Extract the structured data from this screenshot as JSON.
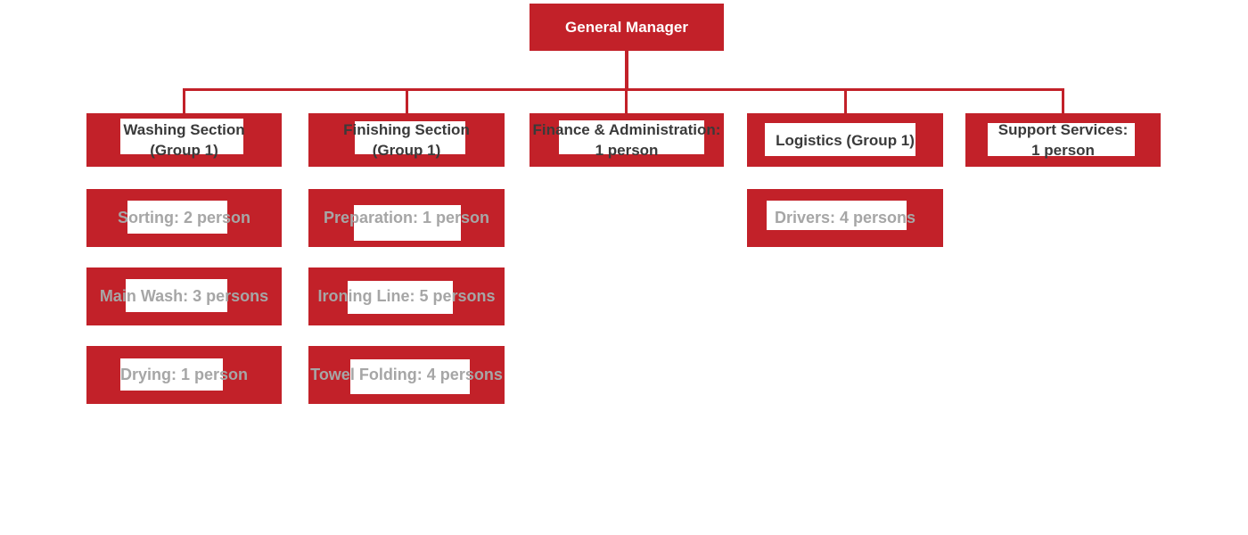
{
  "colors": {
    "node_red": "#c22129",
    "connector_red": "#c22129",
    "label_background": "#ffffff",
    "root_text": "#ffffff",
    "group_title_text": "#3a3a3a",
    "member_text": "#a6a6a6",
    "page_background": "#ffffff"
  },
  "root": {
    "label": "General Manager"
  },
  "groups": [
    {
      "title_lines": [
        "Washing Section",
        "(Group 1)"
      ],
      "members": [
        "Sorting: 2 person",
        "Main Wash: 3 persons",
        "Drying: 1 person"
      ]
    },
    {
      "title_lines": [
        "Finishing Section",
        "(Group 1)"
      ],
      "members": [
        "Preparation: 1 person",
        "Ironing Line: 5 persons",
        "Towel Folding: 4 persons"
      ]
    },
    {
      "title_lines": [
        "Finance & Administration:",
        "1 person"
      ],
      "members": []
    },
    {
      "title_lines": [
        "Logistics (Group 1)"
      ],
      "members": [
        "Drivers: 4 persons"
      ]
    },
    {
      "title_lines": [
        "Support Services:",
        "1 person"
      ],
      "members": []
    }
  ]
}
